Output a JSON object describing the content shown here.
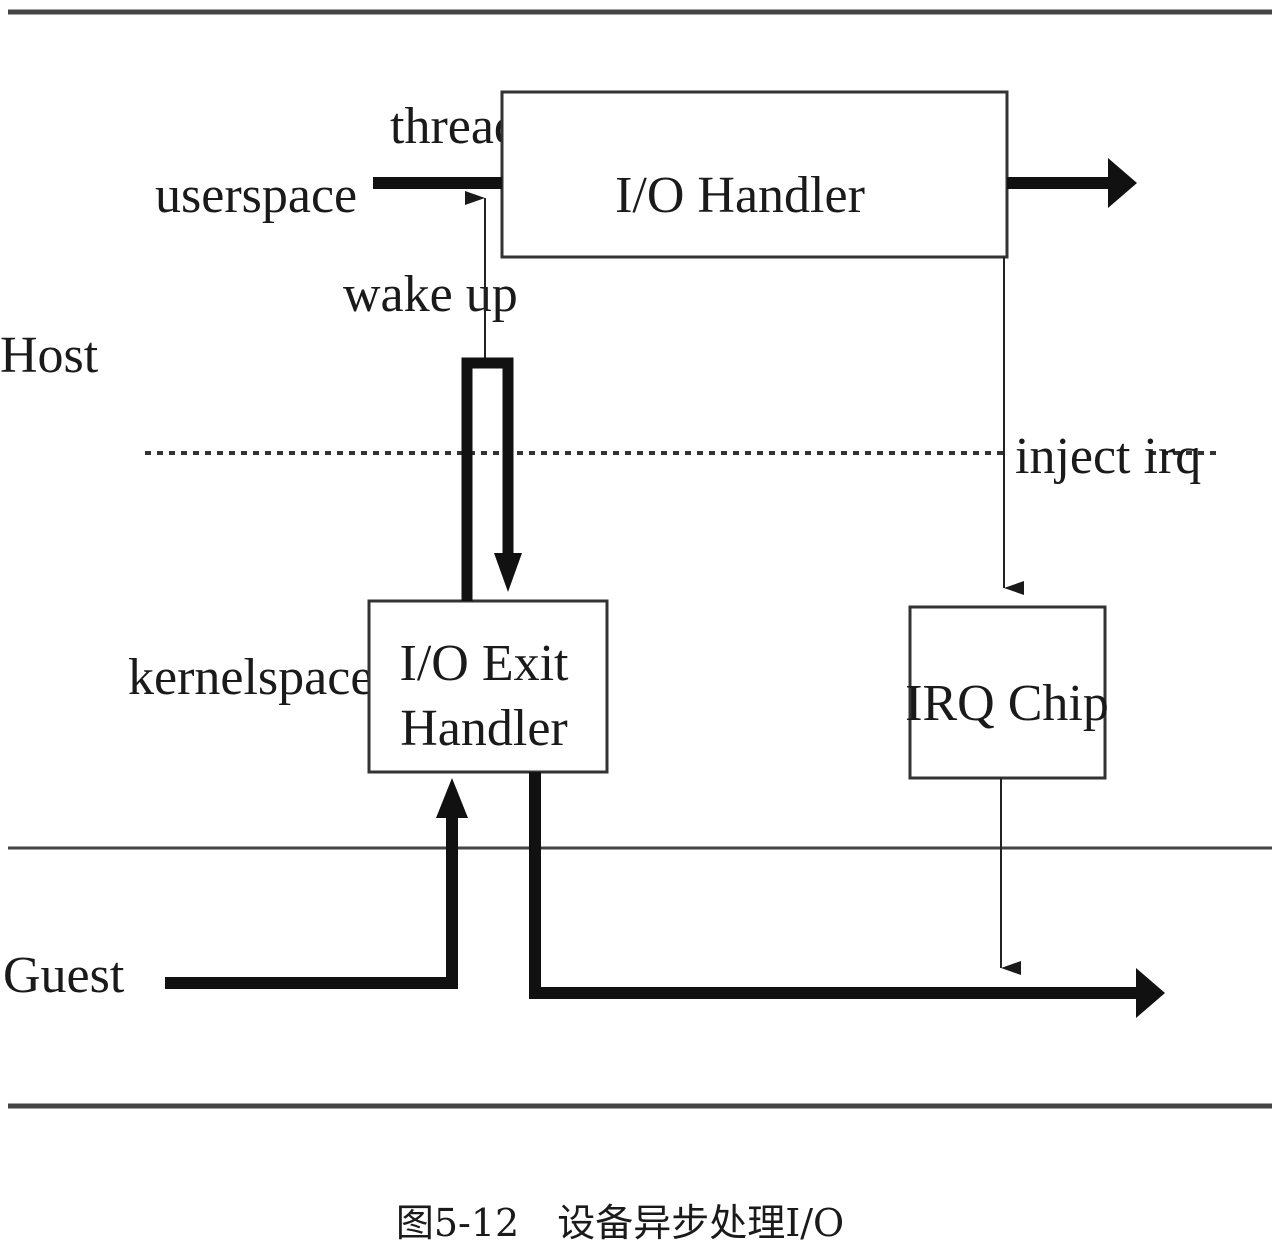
{
  "labels": {
    "host": "Host",
    "guest": "Guest",
    "userspace": "userspace",
    "kernelspace": "kernelspace",
    "thread": "thread",
    "wake_up": "wake up",
    "inject_irq": "inject irq"
  },
  "boxes": {
    "io_handler": "I/O Handler",
    "io_exit_handler_line1": "I/O Exit",
    "io_exit_handler_line2": "Handler",
    "irq_chip": "IRQ Chip"
  },
  "caption": "图5-12　设备异步处理I/O"
}
